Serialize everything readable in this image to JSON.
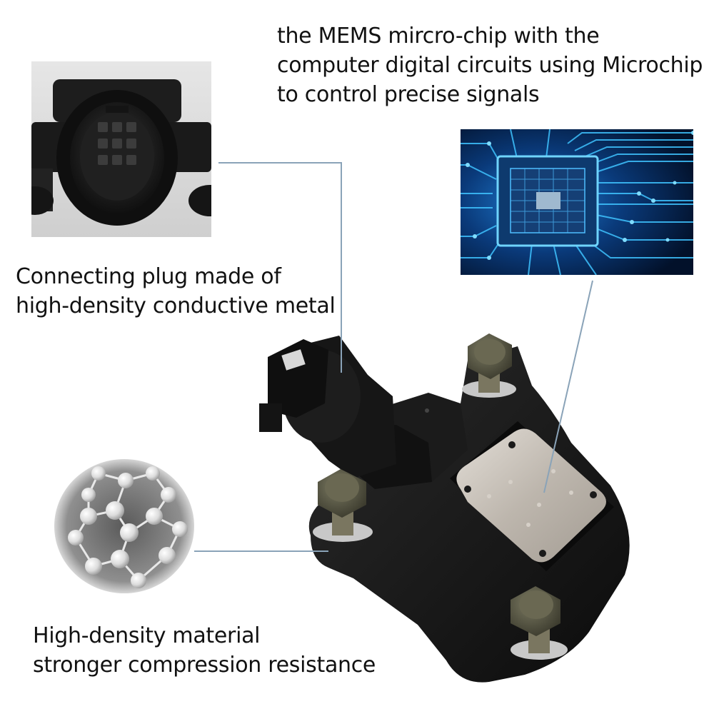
{
  "captions": {
    "chip": [
      "the MEMS mircro-chip with the",
      "computer digital circuits using Microchip",
      "to control precise signals"
    ],
    "plug": [
      "Connecting plug made of",
      "high-density conductive metal"
    ],
    "material": [
      "High-density material",
      "stronger compression resistance"
    ]
  },
  "colors": {
    "leader_line": "#8aa3b8",
    "sensor_body": "#151515",
    "chip_plate": "#c9c4bd",
    "circuit_glow": "#2fb7ff"
  },
  "icons": {
    "connector": "connector-plug-icon",
    "chip": "microchip-circuit-icon",
    "molecule": "graphene-lattice-icon",
    "bolt": "hex-bolt-icon"
  }
}
